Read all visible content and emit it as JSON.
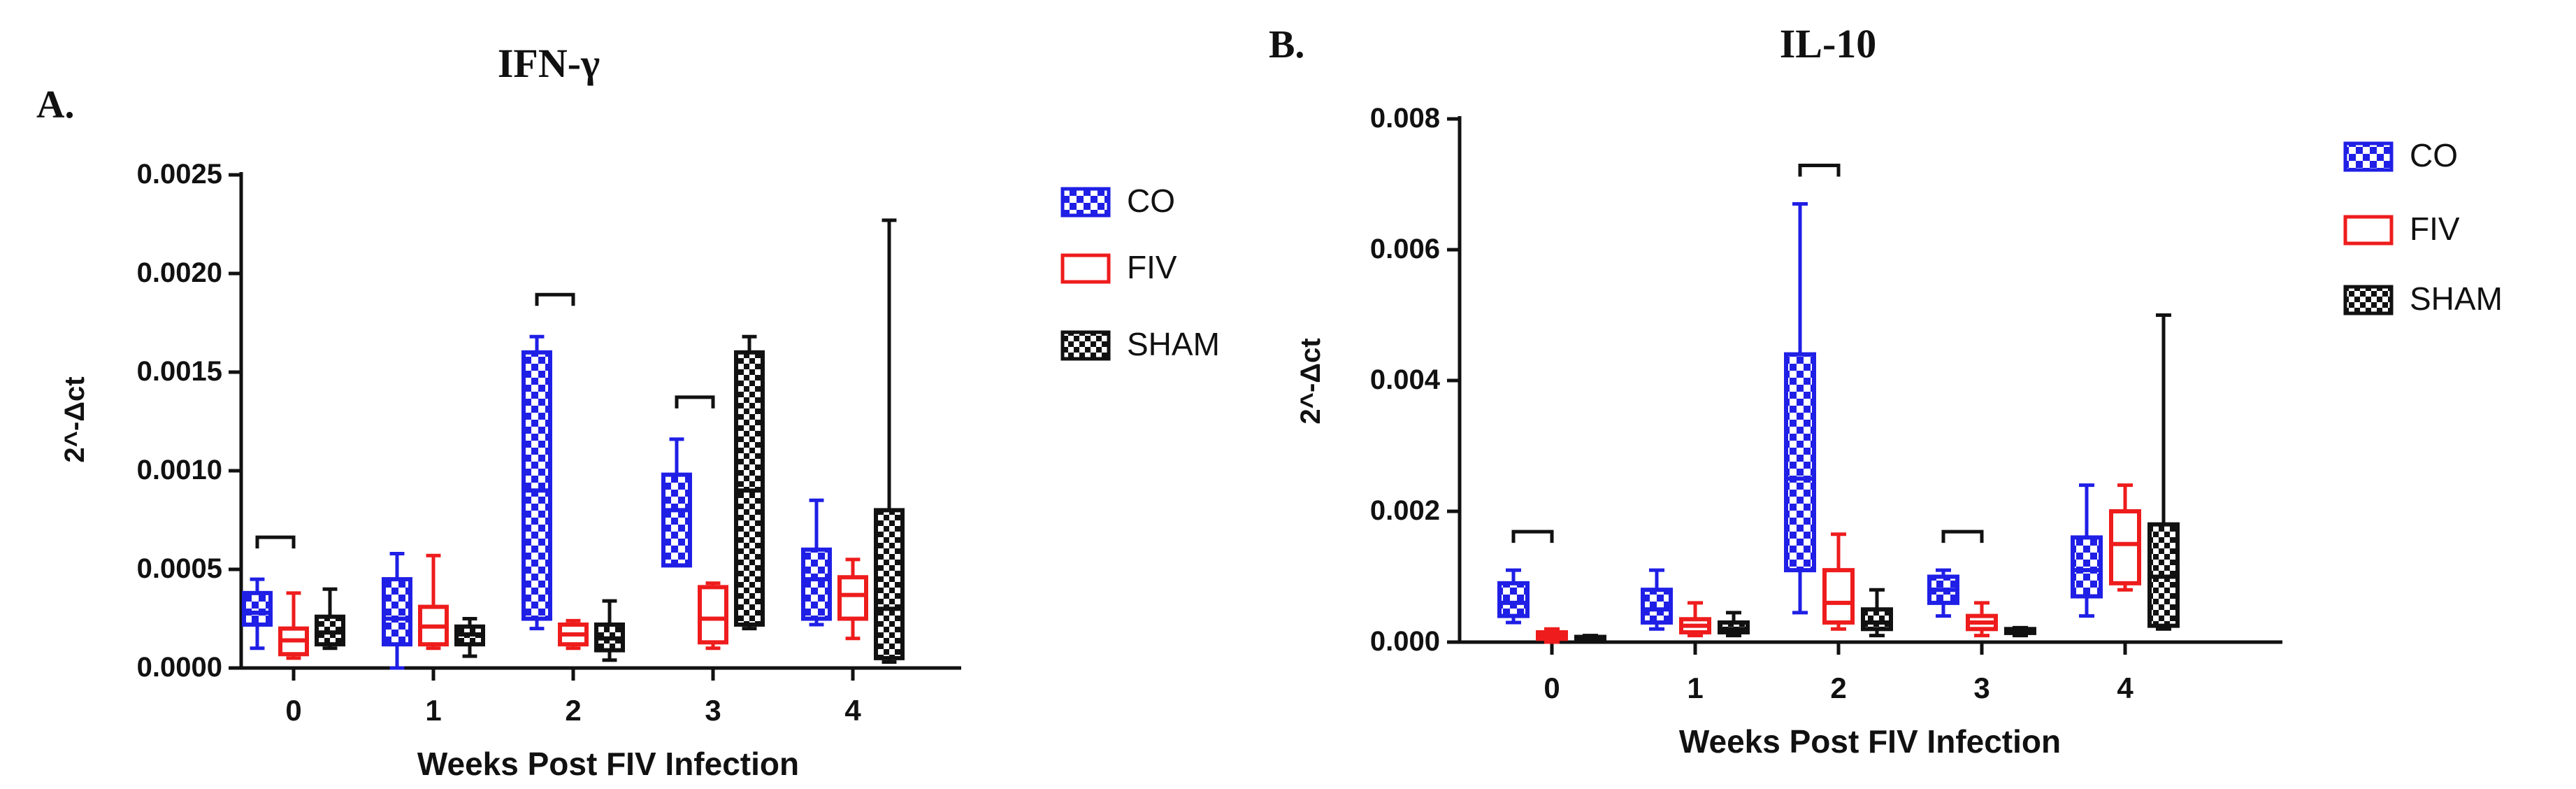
{
  "colors": {
    "CO": "#1f1fe6",
    "FIV": "#ee1c1c",
    "SHAM": "#111111"
  },
  "panels": [
    {
      "panel_label": "A.",
      "title": "IFN-γ",
      "ylabel": "2^-Δct",
      "xlabel": "Weeks Post FIV Infection",
      "ytick_labels": [
        "0.0000",
        "0.0005",
        "0.0010",
        "0.0015",
        "0.0020",
        "0.0025"
      ],
      "legend": [
        "CO",
        "FIV",
        "SHAM"
      ]
    },
    {
      "panel_label": "B.",
      "title": "IL-10",
      "ylabel": "2^-Δct",
      "xlabel": "Weeks Post FIV Infection",
      "ytick_labels": [
        "0.000",
        "0.002",
        "0.004",
        "0.006",
        "0.008"
      ],
      "legend": [
        "CO",
        "FIV",
        "SHAM"
      ]
    }
  ],
  "chart_data": [
    {
      "type": "box",
      "title": "IFN-γ",
      "xlabel": "Weeks Post FIV Infection",
      "ylabel": "2^-Δct",
      "categories": [
        "0",
        "1",
        "2",
        "3",
        "4"
      ],
      "ylim": [
        0,
        0.0025
      ],
      "yticks": [
        0,
        0.0005,
        0.001,
        0.0015,
        0.002,
        0.0025
      ],
      "legend_position": "right",
      "series": [
        {
          "name": "CO",
          "pattern": "checker",
          "boxes": [
            {
              "min": 0.0001,
              "q1": 0.00022,
              "median": 0.00028,
              "q3": 0.00038,
              "max": 0.00045
            },
            {
              "min": 0.0,
              "q1": 0.00012,
              "median": 0.00025,
              "q3": 0.00045,
              "max": 0.00058
            },
            {
              "min": 0.0002,
              "q1": 0.00025,
              "median": 0.0009,
              "q3": 0.0016,
              "max": 0.00168
            },
            {
              "min": 0.00052,
              "q1": 0.00052,
              "median": 0.0008,
              "q3": 0.00098,
              "max": 0.00116
            },
            {
              "min": 0.00022,
              "q1": 0.00025,
              "median": 0.00045,
              "q3": 0.0006,
              "max": 0.00085
            }
          ]
        },
        {
          "name": "FIV",
          "pattern": "outline",
          "boxes": [
            {
              "min": 5e-05,
              "q1": 7e-05,
              "median": 0.00014,
              "q3": 0.0002,
              "max": 0.00038
            },
            {
              "min": 0.0001,
              "q1": 0.00012,
              "median": 0.00021,
              "q3": 0.00031,
              "max": 0.00057
            },
            {
              "min": 0.0001,
              "q1": 0.00012,
              "median": 0.00017,
              "q3": 0.00022,
              "max": 0.00024
            },
            {
              "min": 0.0001,
              "q1": 0.00013,
              "median": 0.00025,
              "q3": 0.00041,
              "max": 0.00043
            },
            {
              "min": 0.00015,
              "q1": 0.00025,
              "median": 0.00037,
              "q3": 0.00046,
              "max": 0.00055
            }
          ]
        },
        {
          "name": "SHAM",
          "pattern": "checker",
          "boxes": [
            {
              "min": 0.0001,
              "q1": 0.00012,
              "median": 0.00018,
              "q3": 0.00026,
              "max": 0.0004
            },
            {
              "min": 6e-05,
              "q1": 0.00012,
              "median": 0.00017,
              "q3": 0.00021,
              "max": 0.00025
            },
            {
              "min": 4e-05,
              "q1": 9e-05,
              "median": 0.00015,
              "q3": 0.00022,
              "max": 0.00034
            },
            {
              "min": 0.0002,
              "q1": 0.00022,
              "median": 0.0009,
              "q3": 0.0016,
              "max": 0.00168
            },
            {
              "min": 3e-05,
              "q1": 5e-05,
              "median": 0.0003,
              "q3": 0.0008,
              "max": 0.00227
            }
          ]
        }
      ],
      "significance_brackets": [
        "0",
        "2",
        "3"
      ]
    },
    {
      "type": "box",
      "title": "IL-10",
      "xlabel": "Weeks Post FIV Infection",
      "ylabel": "2^-Δct",
      "categories": [
        "0",
        "1",
        "2",
        "3",
        "4"
      ],
      "ylim": [
        0,
        0.008
      ],
      "yticks": [
        0,
        0.002,
        0.004,
        0.006,
        0.008
      ],
      "legend_position": "right",
      "series": [
        {
          "name": "CO",
          "pattern": "checker",
          "boxes": [
            {
              "min": 0.0003,
              "q1": 0.0004,
              "median": 0.0006,
              "q3": 0.0009,
              "max": 0.0011
            },
            {
              "min": 0.0002,
              "q1": 0.0003,
              "median": 0.0005,
              "q3": 0.0008,
              "max": 0.0011
            },
            {
              "min": 0.00045,
              "q1": 0.0011,
              "median": 0.0025,
              "q3": 0.0044,
              "max": 0.0067
            },
            {
              "min": 0.0004,
              "q1": 0.0006,
              "median": 0.0008,
              "q3": 0.001,
              "max": 0.0011
            },
            {
              "min": 0.0004,
              "q1": 0.0007,
              "median": 0.0011,
              "q3": 0.0016,
              "max": 0.0024
            }
          ]
        },
        {
          "name": "FIV",
          "pattern": "outline",
          "boxes": [
            {
              "min": 0.0,
              "q1": 5e-05,
              "median": 0.0001,
              "q3": 0.00015,
              "max": 0.0002
            },
            {
              "min": 0.0001,
              "q1": 0.00015,
              "median": 0.00025,
              "q3": 0.00035,
              "max": 0.0006
            },
            {
              "min": 0.0002,
              "q1": 0.0003,
              "median": 0.0006,
              "q3": 0.0011,
              "max": 0.00165
            },
            {
              "min": 0.0001,
              "q1": 0.0002,
              "median": 0.0003,
              "q3": 0.0004,
              "max": 0.0006
            },
            {
              "min": 0.0008,
              "q1": 0.0009,
              "median": 0.0015,
              "q3": 0.002,
              "max": 0.0024
            }
          ]
        },
        {
          "name": "SHAM",
          "pattern": "checker",
          "boxes": [
            {
              "min": 0.0,
              "q1": 2e-05,
              "median": 5e-05,
              "q3": 8e-05,
              "max": 0.0001
            },
            {
              "min": 0.0001,
              "q1": 0.00015,
              "median": 0.0002,
              "q3": 0.0003,
              "max": 0.00045
            },
            {
              "min": 0.0001,
              "q1": 0.0002,
              "median": 0.0003,
              "q3": 0.0005,
              "max": 0.0008
            },
            {
              "min": 0.0001,
              "q1": 0.00014,
              "median": 0.00018,
              "q3": 0.0002,
              "max": 0.00022
            },
            {
              "min": 0.0002,
              "q1": 0.00025,
              "median": 0.001,
              "q3": 0.0018,
              "max": 0.005
            }
          ]
        }
      ],
      "significance_brackets": [
        "0",
        "2",
        "3"
      ]
    }
  ]
}
